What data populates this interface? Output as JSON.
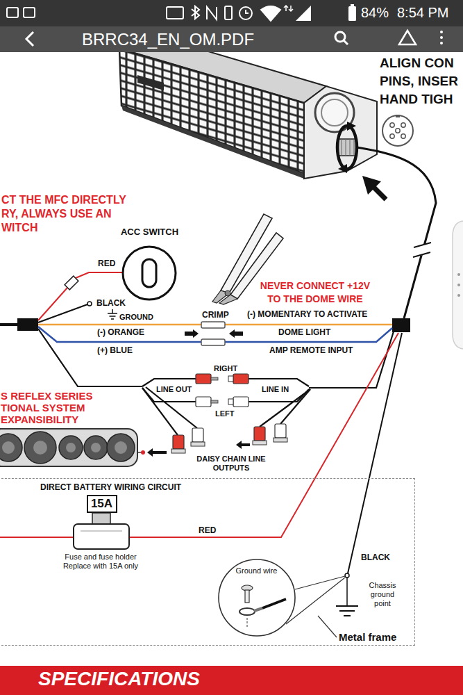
{
  "diagram": {
    "nodes": [
      {
        "text": [
          "84%",
          "8:54 PM"
        ]
      },
      {
        "text": [
          "BRRC34_EN_OM.PDF"
        ]
      },
      {
        "text": [
          "ACC SWITCH"
        ]
      },
      {
        "text": [
          "DIRECT BATTERY WIRING CIRCUIT"
        ]
      },
      {
        "text": [
          "15A"
        ],
        "in": 3
      },
      {
        "text": [
          "Ground wire"
        ],
        "in": 3
      },
      {
        "text": [
          "SPECIFICATIONS"
        ]
      }
    ],
    "labels": [
      "ALIGN CON PINS, INSER HAND TIGH",
      "CT THE MFC DIRECTLY RY, ALWAYS USE AN WITCH",
      "RED",
      "BLACK",
      "GROUND",
      "CRIMP",
      "NEVER CONNECT +12V TO THE DOME WIRE",
      "(-) MOMENTARY TO ACTIVATE",
      "(-) ORANGE",
      "DOME LIGHT",
      "(+) BLUE",
      "AMP REMOTE INPUT",
      "RIGHT",
      "S REFLEX SERIES TIONAL SYSTEM EXPANSIBILITY",
      "LINE OUT",
      "LINE IN",
      "LEFT",
      "DAISY CHAIN LINE OUTPUTS",
      "RED",
      "Fuse and fuse holder Replace with 15A only",
      "BLACK",
      "Chassis ground point",
      "Metal frame"
    ]
  }
}
